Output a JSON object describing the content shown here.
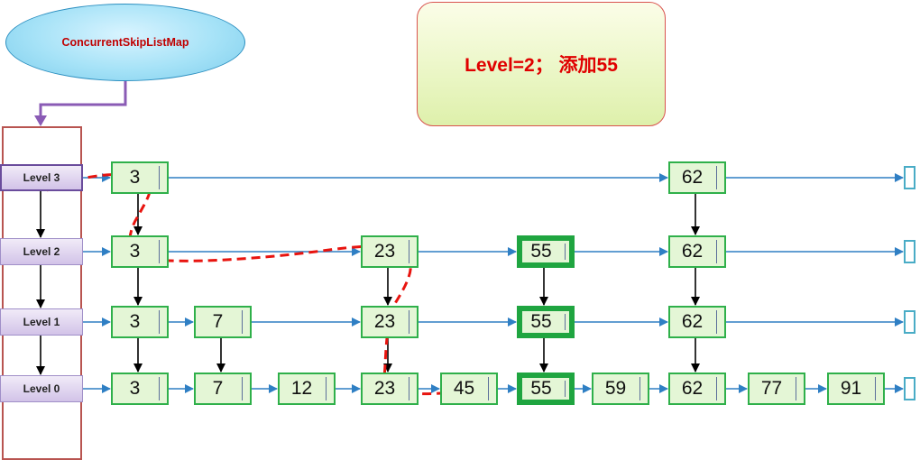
{
  "title": "ConcurrentSkipListMap",
  "caption": "Level=2；  添加55",
  "levels": [
    {
      "label": "Level 3",
      "active": true,
      "nodes": [
        "3",
        "62"
      ]
    },
    {
      "label": "Level 2",
      "active": false,
      "nodes": [
        "3",
        "23",
        "55",
        "62"
      ]
    },
    {
      "label": "Level 1",
      "active": false,
      "nodes": [
        "3",
        "7",
        "23",
        "55",
        "62"
      ]
    },
    {
      "label": "Level 0",
      "active": false,
      "nodes": [
        "3",
        "7",
        "12",
        "23",
        "45",
        "55",
        "59",
        "62",
        "77",
        "91"
      ]
    }
  ],
  "inserted_value": "55",
  "colors": {
    "node_fill": "#e4f6d6",
    "node_border": "#2fb04a",
    "horizontal_link": "#2f7fc4",
    "vertical_link": "#000000",
    "search_path": "#e8140f",
    "head_border": "#b85450",
    "title_pointer": "#8a5bb5",
    "caption_text": "#e00000"
  }
}
